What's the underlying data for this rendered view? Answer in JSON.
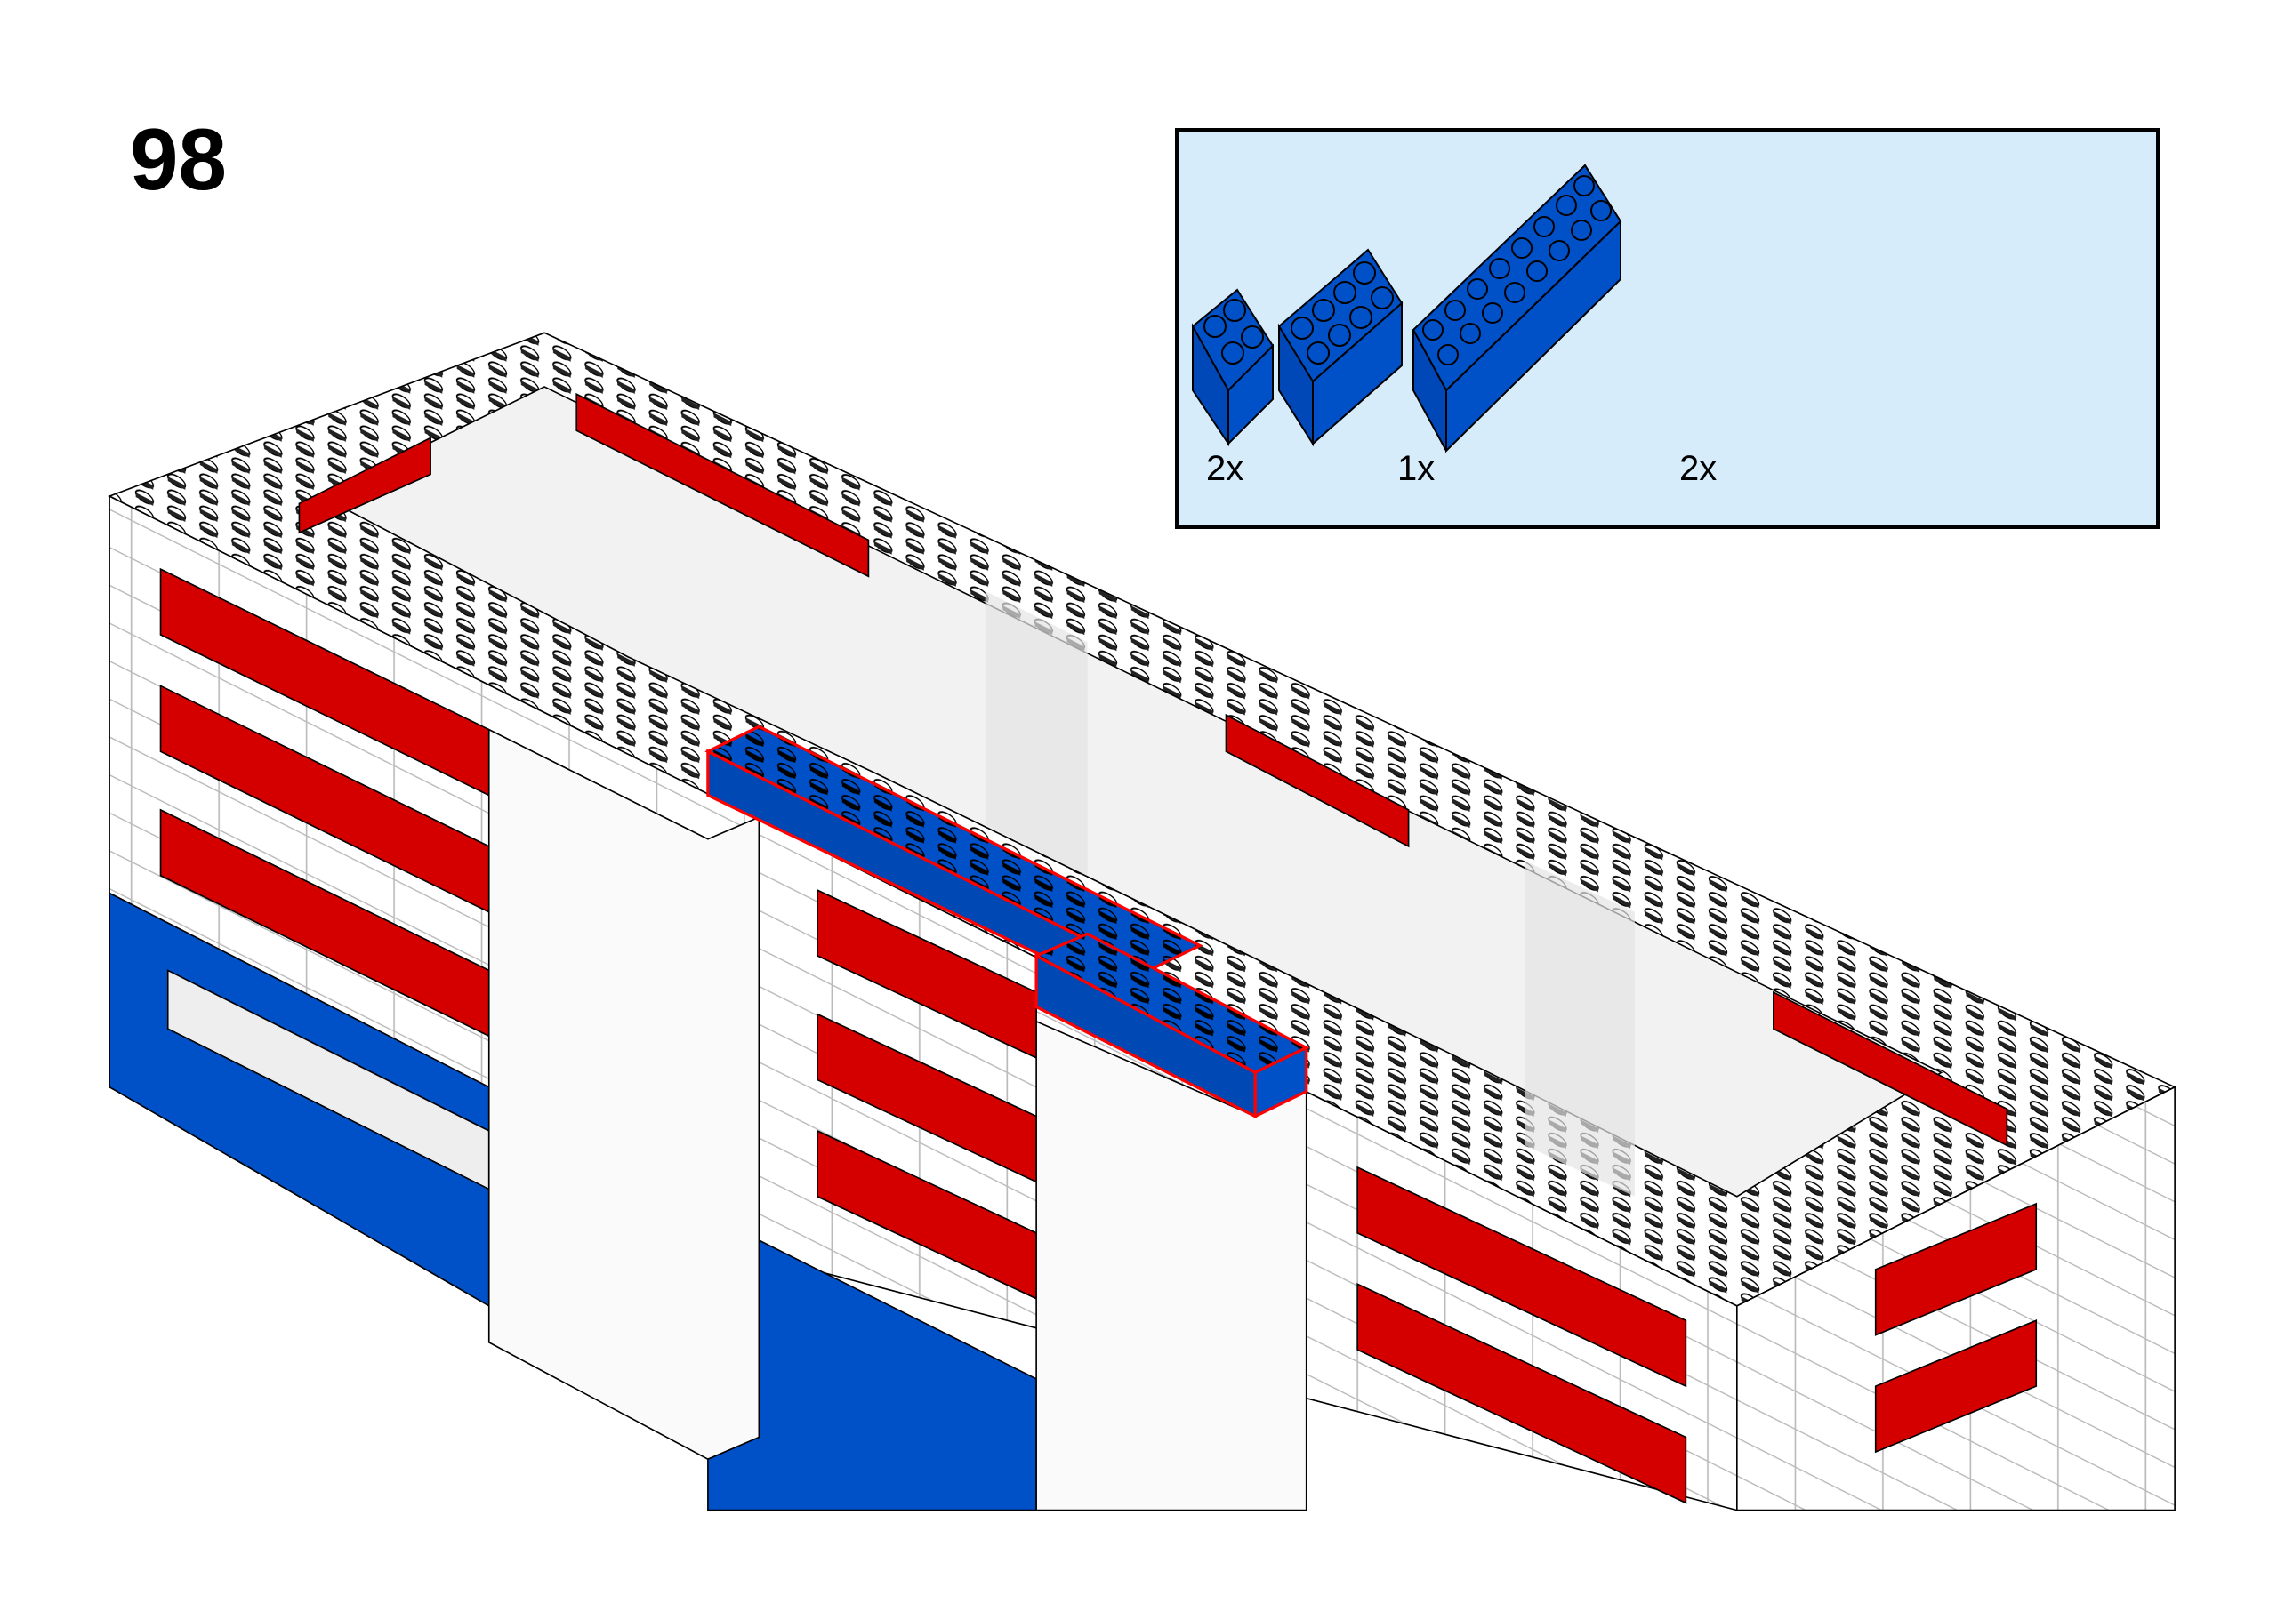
{
  "step": {
    "number": "98"
  },
  "parts_callout": {
    "background": "#d6ecfb",
    "parts": [
      {
        "name": "blue-brick-2x2",
        "color": "#0050c8",
        "quantity": "2x"
      },
      {
        "name": "blue-brick-2x4",
        "color": "#0050c8",
        "quantity": "1x"
      },
      {
        "name": "blue-brick-2x8",
        "color": "#0050c8",
        "quantity": "2x"
      }
    ]
  },
  "colors": {
    "brick_blue": "#0050c8",
    "window_red": "#d40000",
    "highlight_outline": "#ff0000",
    "white_brick": "#ffffff"
  }
}
